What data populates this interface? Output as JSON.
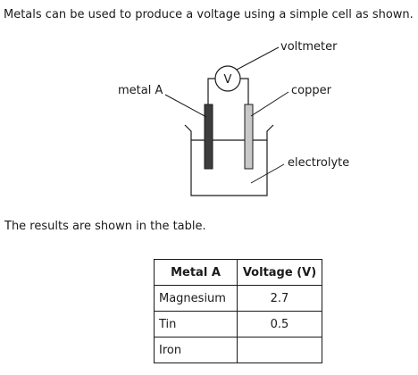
{
  "intro": "Metals can be used to produce a voltage using a simple cell as shown.",
  "diagram": {
    "labels": {
      "voltmeter": "voltmeter",
      "metal_a": "metal A",
      "copper": "copper",
      "electrolyte": "electrolyte",
      "meter_symbol": "V"
    },
    "colors": {
      "metal_a_electrode": "#3d3d3d",
      "copper_electrode": "#c8c8c8",
      "lines": "#1a1a1a"
    }
  },
  "results_text": "The results are shown in the table.",
  "table": {
    "headers": [
      "Metal A",
      "Voltage (V)"
    ],
    "rows": [
      {
        "metal": "Magnesium",
        "voltage": "2.7"
      },
      {
        "metal": "Tin",
        "voltage": "0.5"
      },
      {
        "metal": "Iron",
        "voltage": ""
      }
    ]
  }
}
